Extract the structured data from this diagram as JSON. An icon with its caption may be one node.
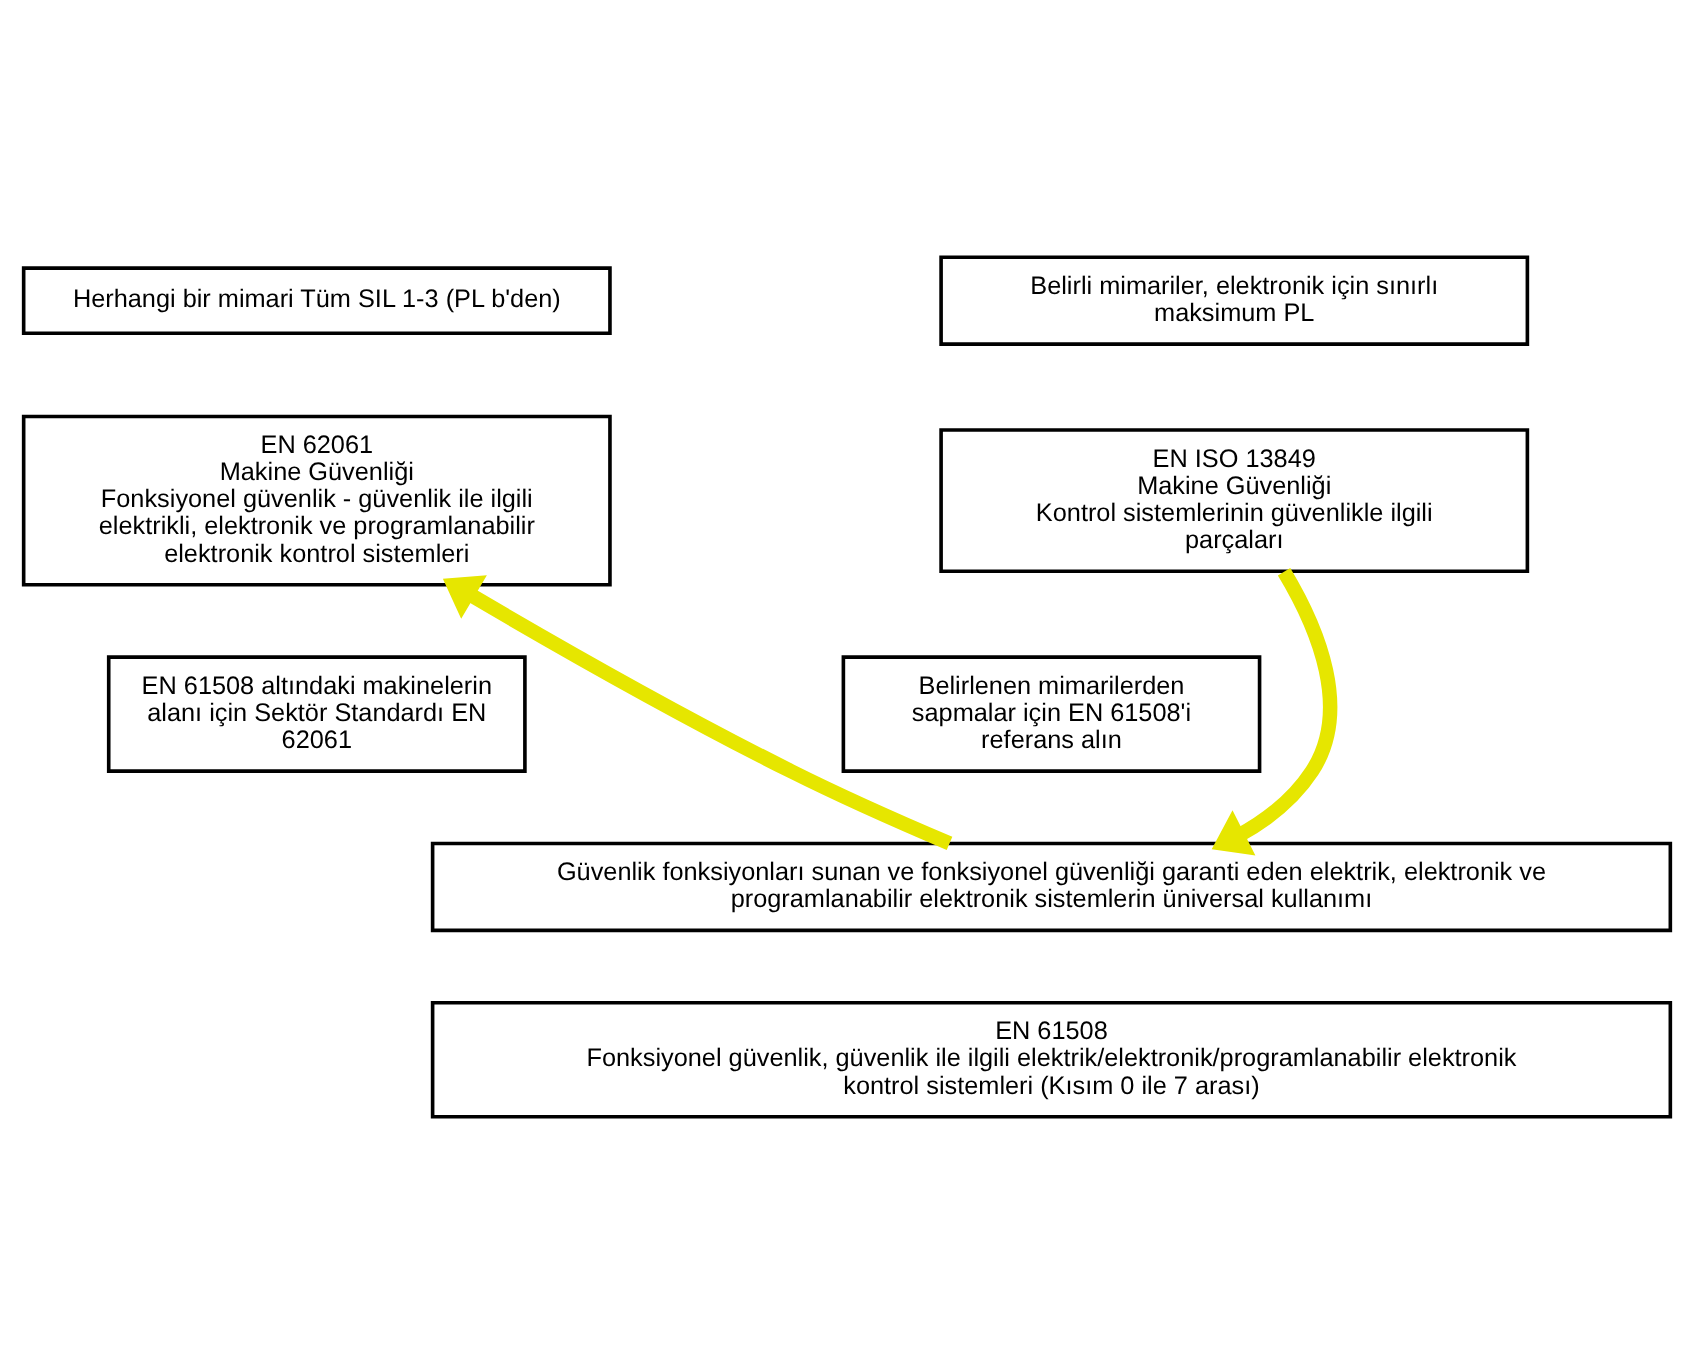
{
  "diagram": {
    "nodes": [
      {
        "text": [
          "Herhangi bir mimari Tüm SIL 1-3 (PL b'den)"
        ]
      },
      {
        "text": [
          "Belirli mimariler, elektronik için sınırlı maksimum PL"
        ]
      },
      {
        "text": [
          "EN 62061",
          "Makine Güvenliği",
          "Fonksiyonel güvenlik - güvenlik ile ilgili elektrikli, elektronik ve programlanabilir elektronik kontrol sistemleri"
        ]
      },
      {
        "text": [
          "EN ISO 13849",
          "Makine Güvenliği",
          "Kontrol sistemlerinin güvenlikle ilgili parçaları"
        ]
      },
      {
        "text": [
          "EN 61508 altındaki makinelerin alanı için Sektör Standardı EN 62061"
        ]
      },
      {
        "text": [
          "Belirlenen mimarilerden sapmalar için EN 61508'i referans alın"
        ]
      },
      {
        "text": [
          "Güvenlik fonksiyonları sunan ve fonksiyonel güvenliği garanti eden elektrik, elektronik ve programlanabilir elektronik sistemlerin üniversal kullanımı"
        ]
      },
      {
        "text": [
          "EN 61508",
          "Fonksiyonel güvenlik, güvenlik ile ilgili elektrik/elektronik/programlanabilir elektronik kontrol sistemleri (Kısım 0 ile 7 arası)"
        ]
      }
    ],
    "edges": [
      {
        "from": 6,
        "to": 2,
        "arrow": "to"
      },
      {
        "from": 3,
        "to": 6,
        "arrow": "to"
      }
    ]
  }
}
